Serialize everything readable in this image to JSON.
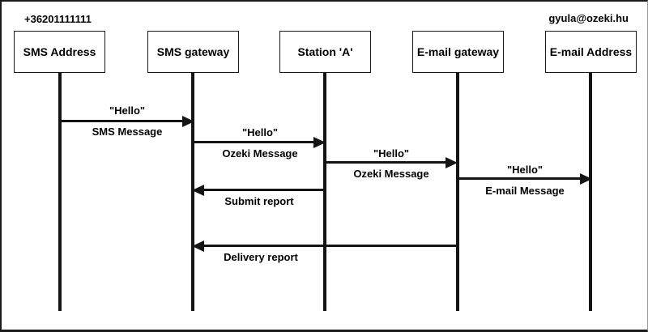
{
  "diagram": {
    "type": "sequence-diagram",
    "top_labels": {
      "phone": "+36201111111",
      "email": "gyula@ozeki.hu"
    },
    "actors": [
      {
        "label": "SMS Address"
      },
      {
        "label": "SMS gateway"
      },
      {
        "label": "Station 'A'"
      },
      {
        "label": "E-mail gateway"
      },
      {
        "label": "E-mail Address"
      }
    ],
    "messages": [
      {
        "from": "SMS Address",
        "to": "SMS gateway",
        "direction": "right",
        "title": "\"Hello\"",
        "subtitle": "SMS Message"
      },
      {
        "from": "SMS gateway",
        "to": "Station 'A'",
        "direction": "right",
        "title": "\"Hello\"",
        "subtitle": "Ozeki Message"
      },
      {
        "from": "Station 'A'",
        "to": "E-mail gateway",
        "direction": "right",
        "title": "\"Hello\"",
        "subtitle": "Ozeki Message"
      },
      {
        "from": "E-mail gateway",
        "to": "E-mail Address",
        "direction": "right",
        "title": "\"Hello\"",
        "subtitle": "E-mail Message"
      },
      {
        "from": "Station 'A'",
        "to": "SMS gateway",
        "direction": "left",
        "subtitle": "Submit report"
      },
      {
        "from": "E-mail gateway",
        "to": "SMS gateway",
        "direction": "left",
        "subtitle": "Delivery report"
      }
    ],
    "colors": {
      "line": "#141414",
      "background": "#ffffff",
      "text": "#000000"
    }
  }
}
